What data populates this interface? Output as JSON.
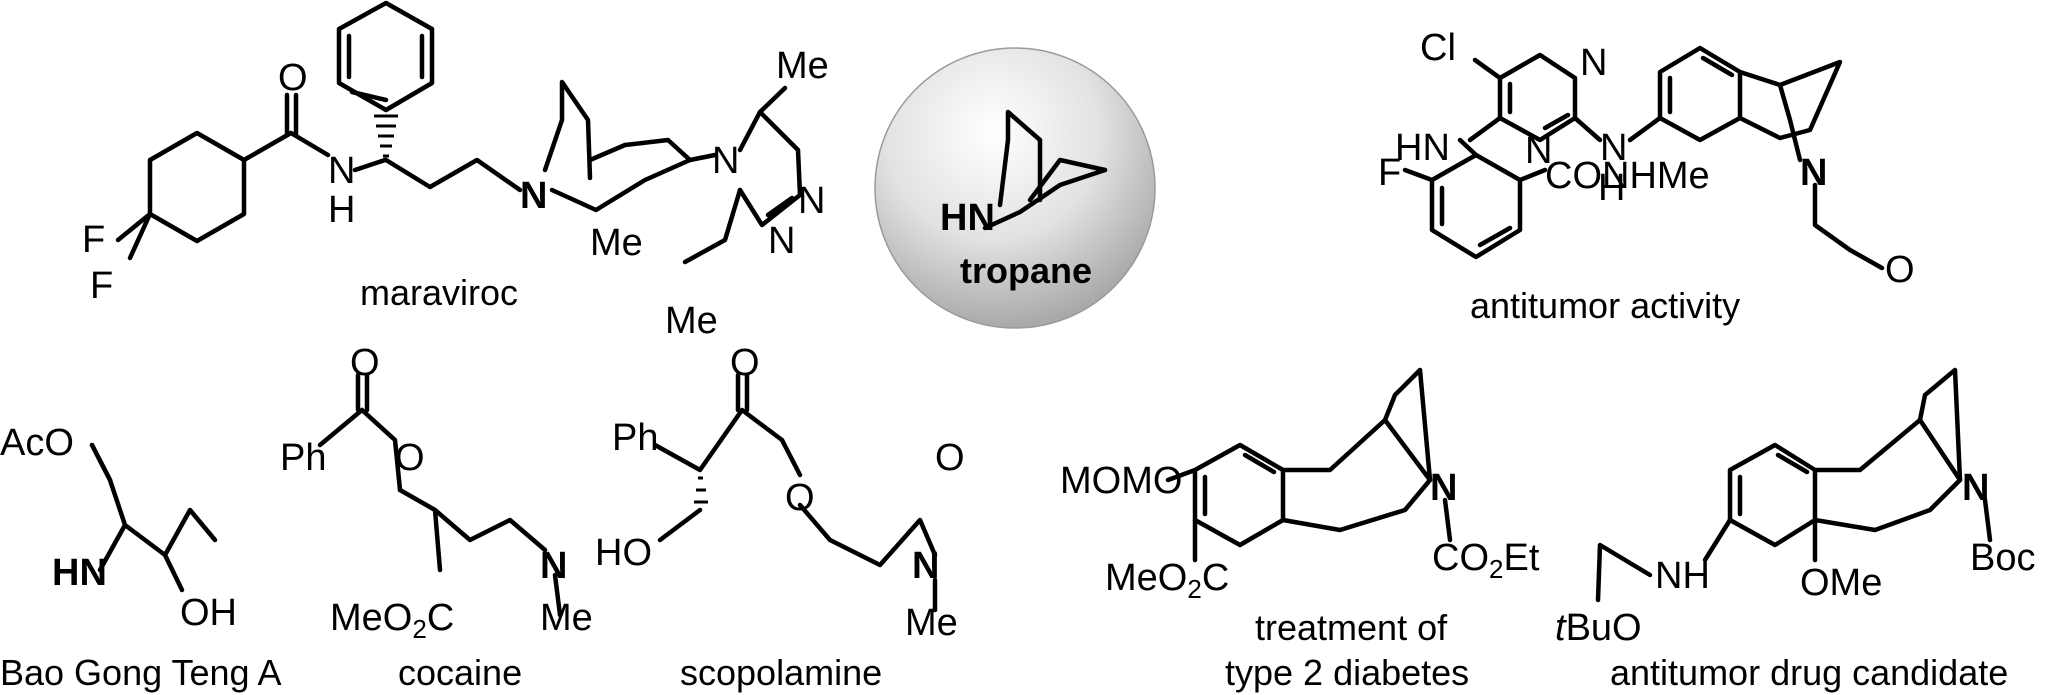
{
  "figure": {
    "center_label": "tropane",
    "compounds": [
      {
        "key": "maraviroc",
        "caption": "maraviroc"
      },
      {
        "key": "antitumor",
        "caption": "antitumor activity"
      },
      {
        "key": "baogongteng",
        "caption": "Bao Gong Teng A"
      },
      {
        "key": "cocaine",
        "caption": "cocaine"
      },
      {
        "key": "scopolamine",
        "caption": "scopolamine"
      },
      {
        "key": "diabetes",
        "caption_line1": "treatment of",
        "caption_line2": "type 2 diabetes"
      },
      {
        "key": "drug",
        "caption": "antitumor drug candidate"
      }
    ]
  },
  "atoms": {
    "O": "O",
    "N": "N",
    "NH": "NH",
    "HN": "HN",
    "H": "H",
    "F": "F",
    "Cl": "Cl",
    "Me": "Me",
    "Ph": "Ph",
    "AcO": "AcO",
    "HO": "HO",
    "OH": "OH",
    "MOMO": "MOMO",
    "MeO2C_main": "MeO",
    "MeO2C_sub": "2",
    "MeO2C_tail": "C",
    "CO2Et_main": "CO",
    "CO2Et_sub": "2",
    "CO2Et_tail": "Et",
    "CONHMe": "CONHMe",
    "OMe": "OMe",
    "Boc": "Boc",
    "tBu_t": "t",
    "tBu_rest": "BuO",
    "O_dash": "O"
  },
  "colors": {
    "ink": "#000000",
    "sphere_light": "#ffffff",
    "sphere_dark": "#a9a9a9"
  }
}
